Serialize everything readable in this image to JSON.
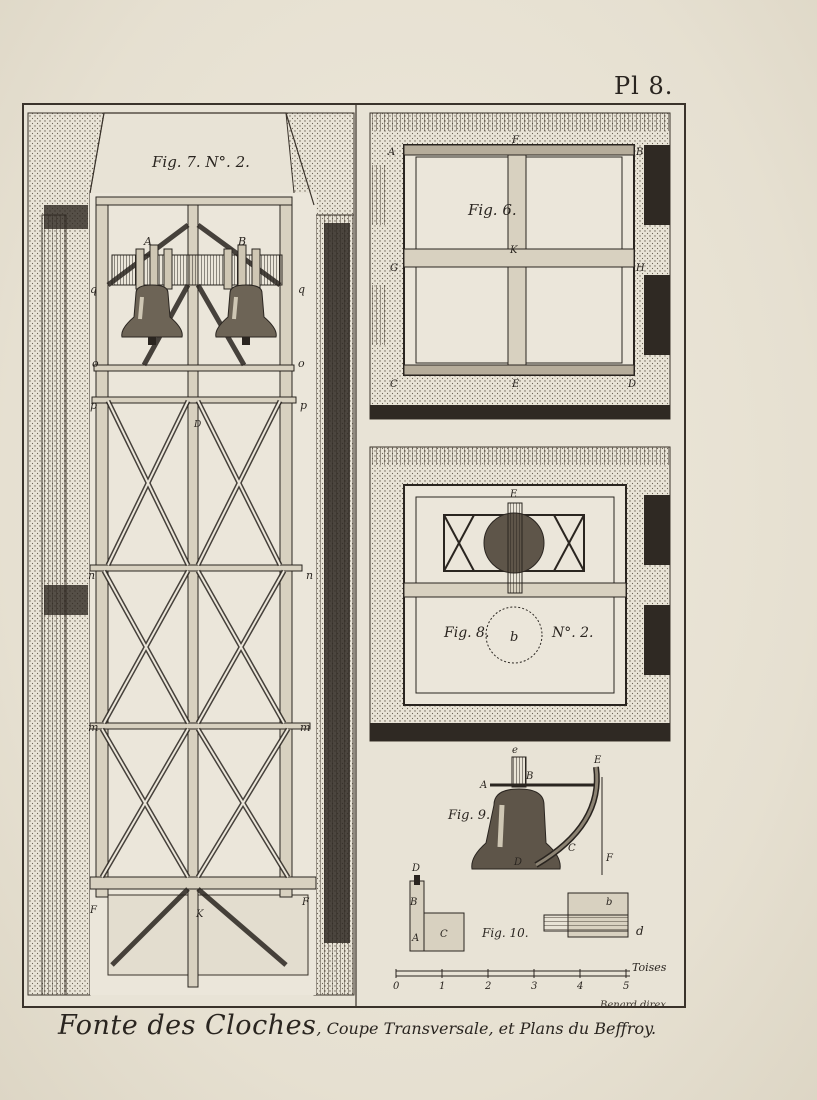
{
  "plate": {
    "number": "Pl 8.",
    "engraver": "Benard direx.",
    "title_main": "Fonte des Cloches",
    "title_sub": ", Coupe Transversale, et Plans du Beffroy."
  },
  "figures": {
    "fig7": {
      "caption": "Fig. 7. N°. 2."
    },
    "fig6": {
      "caption": "Fig. 6."
    },
    "fig8": {
      "caption": "Fig. 8.",
      "number": "N°. 2."
    },
    "fig9": {
      "caption": "Fig. 9."
    },
    "fig10": {
      "caption": "Fig. 10."
    }
  },
  "scale": {
    "unit": "Toises",
    "ticks": [
      "0",
      "1",
      "2",
      "3",
      "4",
      "5"
    ]
  },
  "letters": {
    "fig7": {
      "bell_left": "A",
      "bell_right": "B",
      "q": "q",
      "o": "o",
      "p": "p",
      "n": "n",
      "m": "m",
      "d": "D",
      "f": "F",
      "k": "K"
    },
    "fig6": {
      "a": "A",
      "b": "B",
      "c": "C",
      "d": "D",
      "e": "E",
      "f": "F",
      "g": "G",
      "h": "H",
      "k": "K"
    },
    "fig8": {
      "e": "E",
      "b": "b"
    },
    "fig9": {
      "a": "A",
      "b": "B",
      "c": "C",
      "d": "D",
      "e_small": "e",
      "e": "E",
      "f": "F"
    },
    "fig10": {
      "d_top": "D",
      "b_left": "B",
      "a": "A",
      "c": "C",
      "b_right": "b",
      "d_right": "d"
    }
  }
}
